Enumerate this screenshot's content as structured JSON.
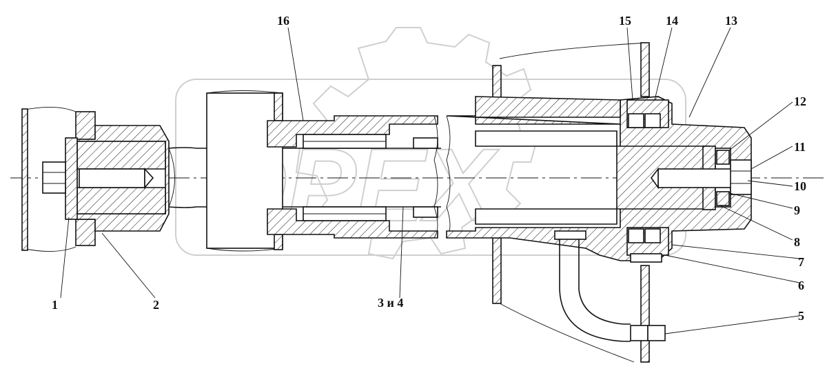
{
  "callouts": [
    {
      "id": "1",
      "label": "1"
    },
    {
      "id": "2",
      "label": "2"
    },
    {
      "id": "3-4",
      "label": "3 и 4"
    },
    {
      "id": "5",
      "label": "5"
    },
    {
      "id": "6",
      "label": "6"
    },
    {
      "id": "7",
      "label": "7"
    },
    {
      "id": "8",
      "label": "8"
    },
    {
      "id": "9",
      "label": "9"
    },
    {
      "id": "10",
      "label": "10"
    },
    {
      "id": "11",
      "label": "11"
    },
    {
      "id": "12",
      "label": "12"
    },
    {
      "id": "13",
      "label": "13"
    },
    {
      "id": "14",
      "label": "14"
    },
    {
      "id": "15",
      "label": "15"
    },
    {
      "id": "16",
      "label": "16"
    }
  ],
  "watermark": {
    "text": "OPEX"
  },
  "colors": {
    "line": "#111111",
    "watermark": "#cfcfcf",
    "background": "#ffffff"
  }
}
